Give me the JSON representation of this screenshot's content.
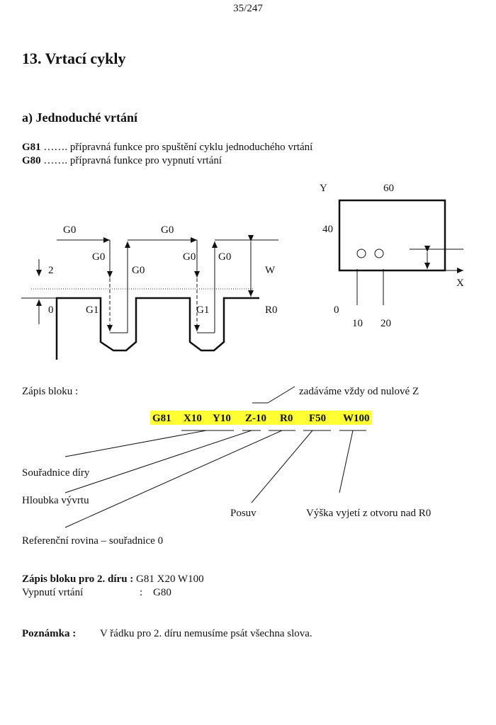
{
  "page_number": "35/247",
  "chapter_title": "13.  Vrtací cykly",
  "section_title": "a)  Jednoduché vrtání",
  "definitions": [
    {
      "code": "G81",
      "dots": " …….",
      "text": "  přípravná funkce pro spuštění cyklu jednoduchého vrtání"
    },
    {
      "code": "G80",
      "dots": " …….",
      "text": "  přípravná funkce pro vypnutí vrtání"
    }
  ],
  "profile_diagram": {
    "labels": {
      "g0_top_left": "G0",
      "g0_top_mid": "G0",
      "g0_down_1": "G0",
      "g0_up_1": "G0",
      "g0_down_2": "G0",
      "g0_up_2": "G0",
      "two": "2",
      "zero": "0",
      "g1_1": "G1",
      "g1_2": "G1",
      "w": "W",
      "r0": "R0"
    }
  },
  "plan_diagram": {
    "labels": {
      "y_axis": "Y",
      "width": "60",
      "height": "40",
      "x_axis": "X",
      "origin": "0",
      "hole1_x": "10",
      "hole2_x": "20"
    }
  },
  "block": {
    "label": "Zápis bloku :",
    "hint": "zadáváme vždy od nulové Z",
    "words": [
      "G81",
      "X10",
      "Y10",
      "Z-10",
      "R0",
      "F50",
      "W100"
    ],
    "highlight_color": "#ffff33",
    "explanations": {
      "coords": "Souřadnice díry",
      "depth": "Hloubka vývrtu",
      "feed": "Posuv",
      "retract": "Výška vyjetí z otvoru nad R0",
      "reference": "Referenční rovina – souřadnice 0"
    }
  },
  "second_hole": {
    "label": "Zápis bloku pro 2. díru :",
    "value": " G81  X20  W100"
  },
  "off": {
    "label": "Vypnutí vrtání",
    "sep": ":",
    "value": "G80"
  },
  "note": {
    "label": "Poznámka :",
    "text": "V řádku pro 2. díru nemusíme psát všechna slova."
  }
}
